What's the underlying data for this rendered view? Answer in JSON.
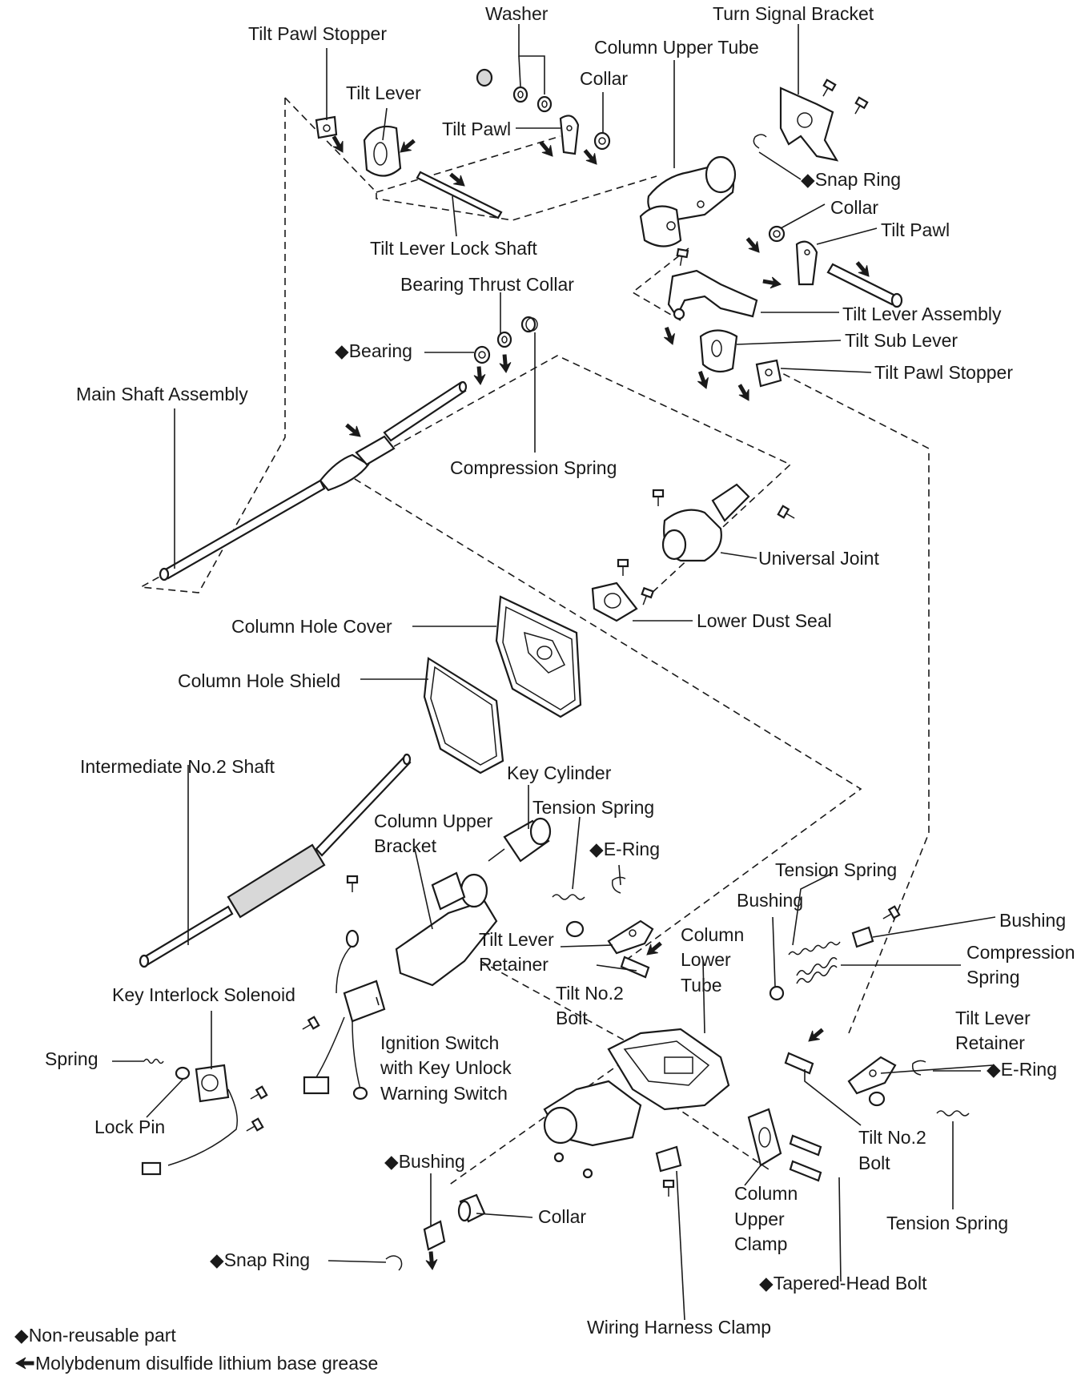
{
  "labels": {
    "washer": "Washer",
    "turn_signal_bracket": "Turn Signal Bracket",
    "tilt_pawl_stopper_top": "Tilt Pawl Stopper",
    "column_upper_tube": "Column Upper Tube",
    "tilt_lever": "Tilt Lever",
    "collar_top": "Collar",
    "tilt_pawl_top": "Tilt Pawl",
    "snap_ring_top": "◆Snap Ring",
    "collar_right": "Collar",
    "tilt_pawl_right": "Tilt Pawl",
    "tilt_lever_lock_shaft": "Tilt Lever Lock Shaft",
    "bearing_thrust_collar": "Bearing Thrust Collar",
    "tilt_lever_assembly": "Tilt Lever Assembly",
    "tilt_sub_lever": "Tilt Sub Lever",
    "bearing": "◆Bearing",
    "tilt_pawl_stopper_right": "Tilt Pawl Stopper",
    "main_shaft_assembly": "Main Shaft Assembly",
    "compression_spring_mid": "Compression Spring",
    "universal_joint": "Universal Joint",
    "column_hole_cover": "Column Hole Cover",
    "lower_dust_seal": "Lower Dust Seal",
    "column_hole_shield": "Column Hole Shield",
    "intermediate_shaft": "Intermediate No.2 Shaft",
    "key_cylinder": "Key Cylinder",
    "tension_spring_mid": "Tension Spring",
    "column_upper_bracket_1": "Column Upper",
    "column_upper_bracket_2": "Bracket",
    "e_ring_mid": "◆E-Ring",
    "tension_spring_right": "Tension Spring",
    "bushing_mid": "Bushing",
    "bushing_right": "Bushing",
    "column_lower_tube_1": "Column",
    "column_lower_tube_2": "Lower",
    "column_lower_tube_3": "Tube",
    "tilt_lever_retainer_mid_1": "Tilt Lever",
    "tilt_lever_retainer_mid_2": "Retainer",
    "compression_spring_right_1": "Compression",
    "compression_spring_right_2": "Spring",
    "tilt_no2_bolt_mid_1": "Tilt No.2",
    "tilt_no2_bolt_mid_2": "Bolt",
    "key_interlock_solenoid": "Key Interlock Solenoid",
    "tilt_lever_retainer_right_1": "Tilt Lever",
    "tilt_lever_retainer_right_2": "Retainer",
    "ignition_switch_1": "Ignition Switch",
    "ignition_switch_2": "with Key Unlock",
    "ignition_switch_3": "Warning Switch",
    "spring": "Spring",
    "e_ring_right": "◆E-Ring",
    "lock_pin": "Lock Pin",
    "tilt_no2_bolt_right_1": "Tilt No.2",
    "tilt_no2_bolt_right_2": "Bolt",
    "bushing_bottom": "◆Bushing",
    "column_upper_clamp_1": "Column",
    "column_upper_clamp_2": "Upper",
    "column_upper_clamp_3": "Clamp",
    "collar_bottom": "Collar",
    "tension_spring_bottom": "Tension Spring",
    "snap_ring_bottom": "◆Snap Ring",
    "tapered_head_bolt": "◆Tapered-Head Bolt",
    "wiring_harness_clamp": "Wiring Harness Clamp"
  },
  "legend": {
    "non_reusable": "◆Non-reusable part",
    "grease": "Molybdenum disulfide lithium base grease"
  },
  "colors": {
    "ink": "#1a1a1a",
    "paper": "#ffffff"
  }
}
